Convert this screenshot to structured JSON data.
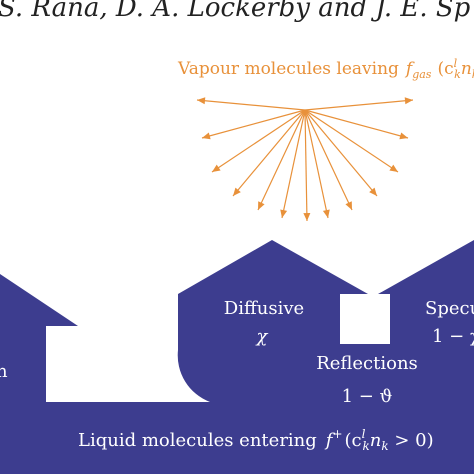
{
  "header": {
    "authors_fragment": "S. Rana, D. A. Lockerby and J. E. Sp"
  },
  "vapour": {
    "label_prefix": "Vapour molecules leaving",
    "f_symbol": "f",
    "f_subscript": "gas",
    "paren_c": "(c",
    "c_sup": "l",
    "c_sub": "k",
    "n_var": "n",
    "n_sub": "k",
    "color": "#e8913a"
  },
  "liquid": {
    "fill_color": "#3d3d8f",
    "label_prefix": "Liquid molecules entering",
    "f_symbol": "f",
    "f_sup": "+",
    "paren_c": "(c",
    "c_sup": "l",
    "c_sub": "k",
    "n_var": "n",
    "n_sub": "k",
    "tail": " > 0)"
  },
  "labels": {
    "diffusive": "Diffusive",
    "diffusive_symbol": "χ",
    "specular_fragment": "Specu",
    "specular_value_fragment": "1 − χ",
    "reflections": "Reflections",
    "reflections_value": "1 − ϑ",
    "left_fragment": "n"
  }
}
